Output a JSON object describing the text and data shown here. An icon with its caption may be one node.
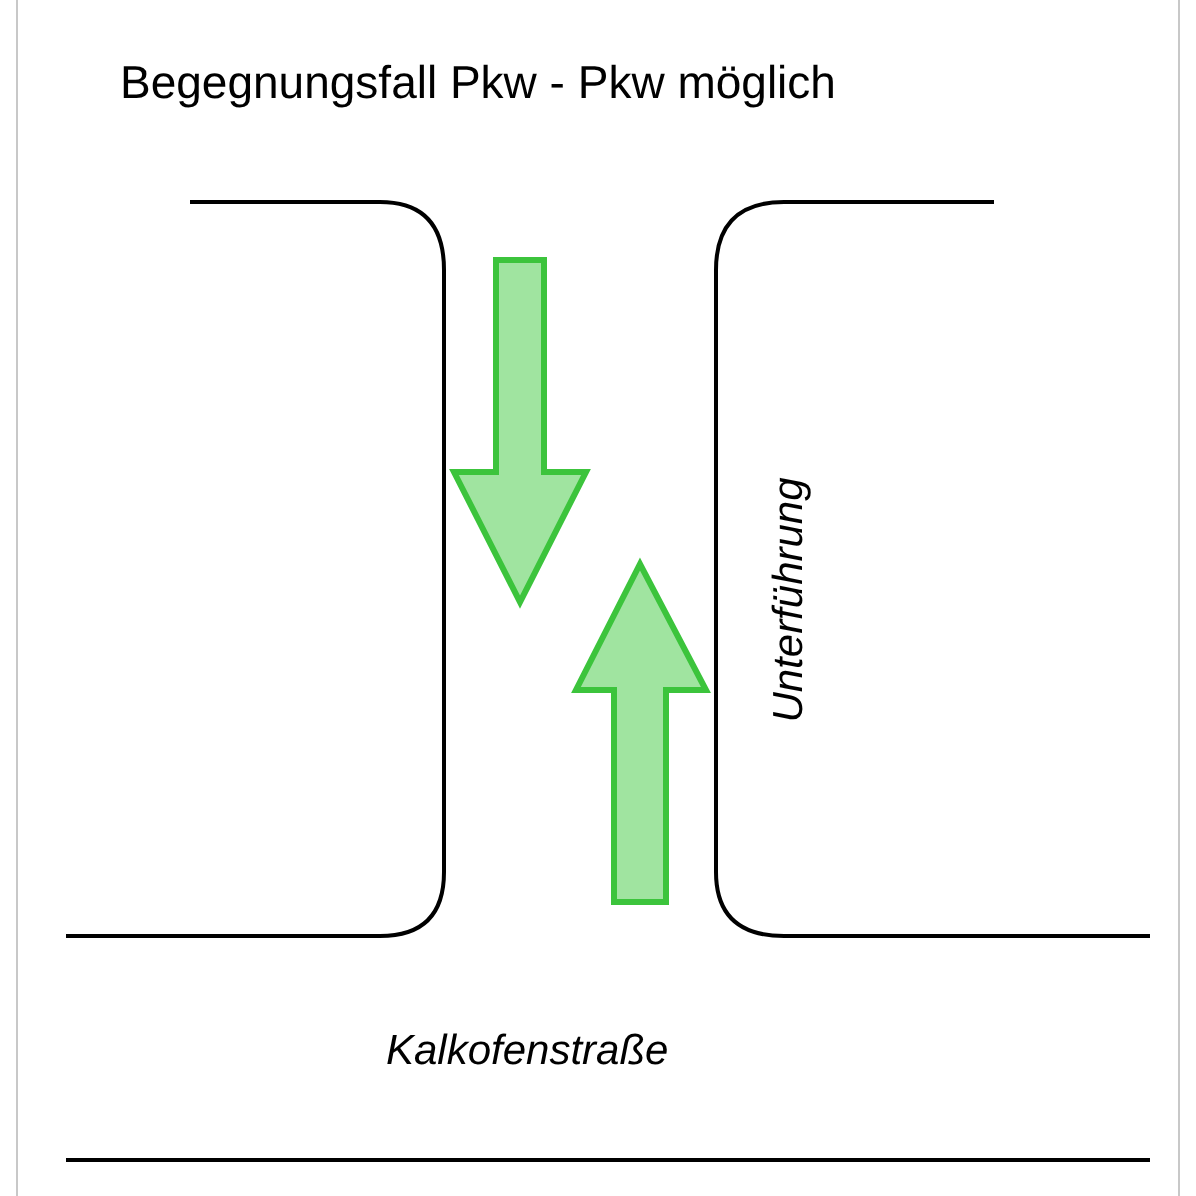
{
  "diagram": {
    "title": "Begegnungsfall Pkw - Pkw möglich",
    "labels": [
      "Unterführung",
      "Kalkofenstraße"
    ]
  }
}
